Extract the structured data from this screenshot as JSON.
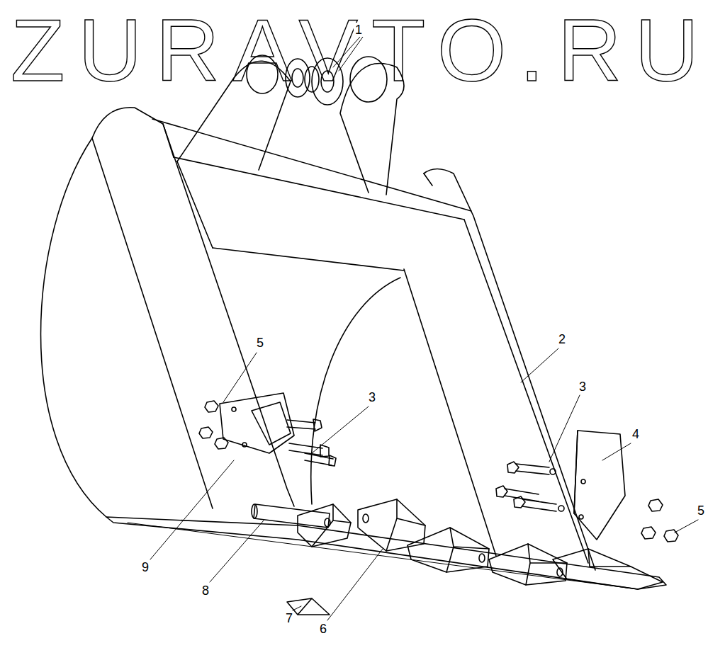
{
  "diagram": {
    "labels": [
      "ZURAVTO.RU",
      "1",
      "5",
      "2",
      "3",
      "3",
      "4",
      "5",
      "9",
      "8",
      "6",
      "7"
    ]
  }
}
